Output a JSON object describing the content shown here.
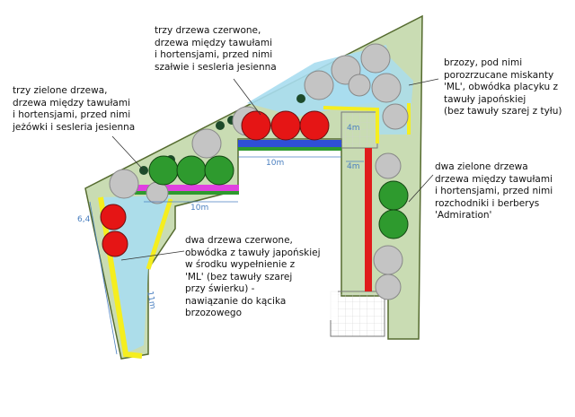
{
  "labels": {
    "green_trees_left": "trzy zielone drzewa,\ndrzewa między tawułami\ni hortensjami, przed nimi\njeżówki i sesleria jesienna",
    "red_trees_top": "trzy drzewa czerwone,\ndrzewa między tawułami\ni hortensjami, przed nimi\nszałwie i sesleria jesienna",
    "birches": "brzozy, pod nimi\nporozrzucane miskanty\n'ML', obwódka placyku z\ntawuły japońskiej\n(bez tawuły szarej z tyłu)",
    "green_trees_right": "dwa zielone drzewa\ndrzewa między tawułami\ni hortensjami, przed nimi\nrozchodniki i berberys\n'Admiration'",
    "red_trees_left": "dwa drzewa czerwone,\nobwódka z tawuły  japońskiej\nw środku wypełnienie z\n'ML' (bez tawuły szarej\nprzy świerku) -\nnawiązanie do kącika\nbrzozowego"
  },
  "dimensions": {
    "d64": "6,4",
    "d11": "11m",
    "d10a": "10m",
    "d10b": "10m",
    "d4a": "4m",
    "d4b": "4m"
  },
  "colors": {
    "lawn": "#c9dcb3",
    "lawn_edge": "#556b2f",
    "water": "#a9ddf0",
    "tree_red": "#e51515",
    "tree_green": "#2e9a2e",
    "tree_grey": "#c4c4c4",
    "shrub_dark": "#1d4a2a",
    "yellow": "#f5ee1f",
    "magenta": "#e040e0",
    "blue": "#2f4fd6",
    "red_strip": "#e01c1c",
    "paving": "#e6e6e6"
  }
}
